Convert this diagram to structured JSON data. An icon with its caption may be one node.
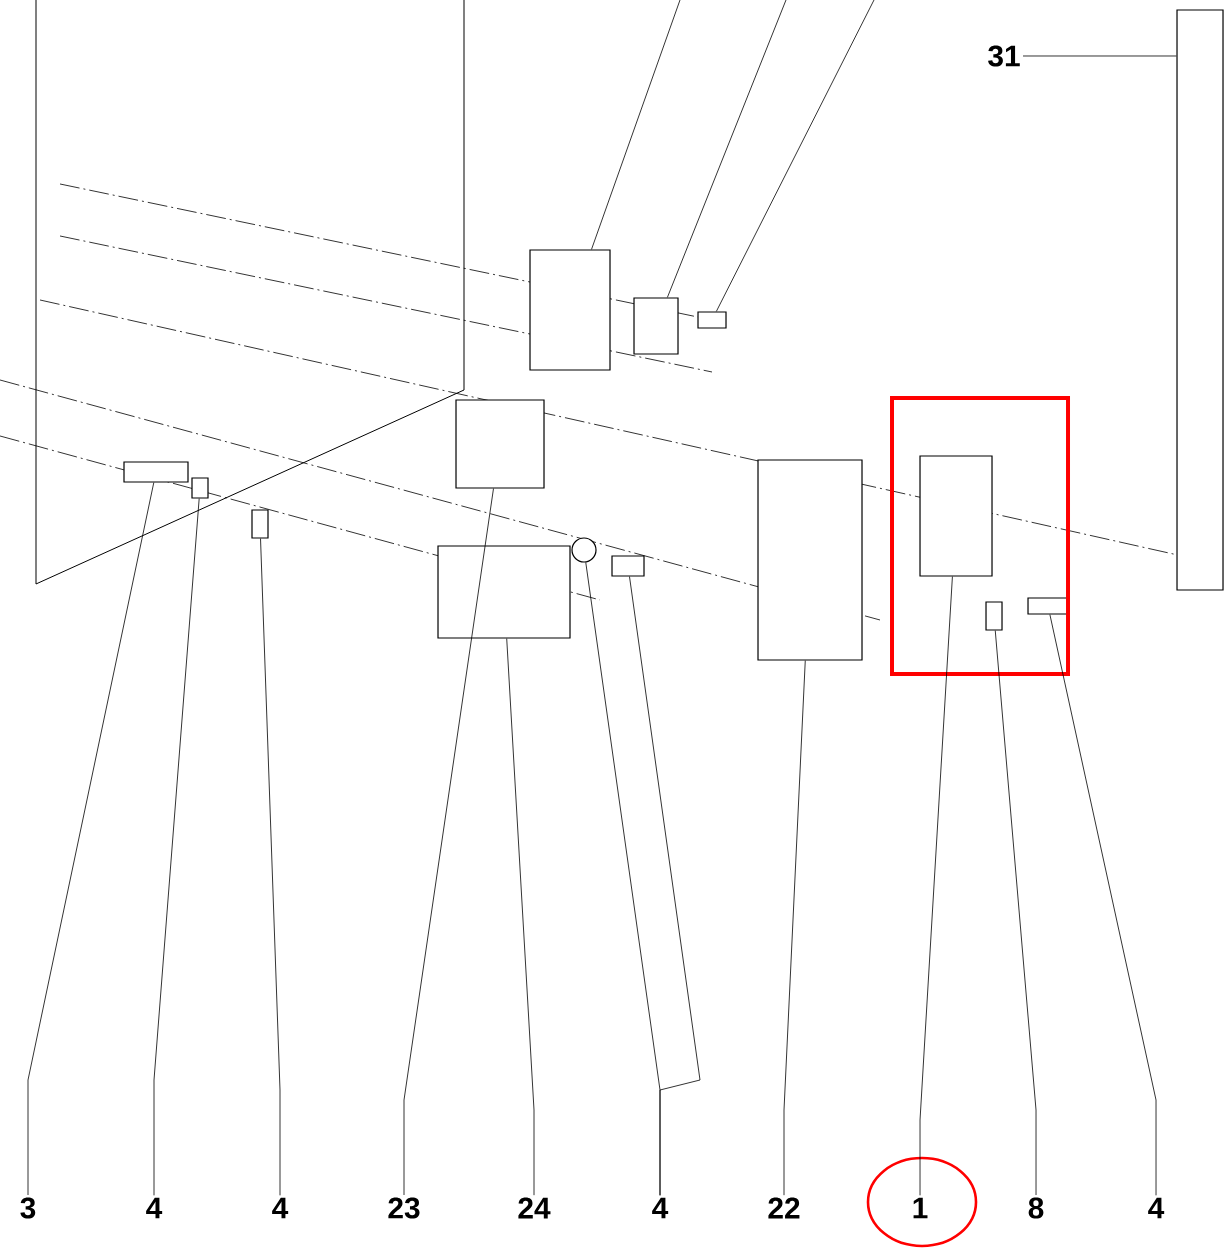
{
  "diagram": {
    "nodes": [
      {
        "text": [
          "31"
        ]
      },
      {
        "text": [],
        "shape": "box"
      },
      {
        "text": [
          "3"
        ]
      },
      {
        "text": [
          "4"
        ]
      },
      {
        "text": [
          "4"
        ]
      },
      {
        "text": [
          "23"
        ]
      },
      {
        "text": [
          "24"
        ]
      },
      {
        "text": [
          "4"
        ]
      },
      {
        "text": [
          "22"
        ]
      },
      {
        "text": [
          "1"
        ]
      },
      {
        "text": [
          "8"
        ]
      },
      {
        "text": [
          "4"
        ]
      },
      {
        "text": [],
        "shape": "box"
      },
      {
        "text": [],
        "shape": "box"
      },
      {
        "text": [],
        "shape": "box"
      },
      {
        "text": [],
        "shape": "box"
      },
      {
        "text": [],
        "shape": "box"
      },
      {
        "text": [],
        "shape": "circle"
      },
      {
        "text": [],
        "shape": "box"
      },
      {
        "text": [],
        "shape": "box"
      },
      {
        "text": [],
        "shape": "box"
      },
      {
        "text": [],
        "shape": "box"
      },
      {
        "text": [],
        "shape": "box"
      },
      {
        "text": [],
        "shape": "box"
      },
      {
        "text": [],
        "shape": "box"
      },
      {
        "text": [],
        "shape": "box"
      }
    ],
    "edges": [
      {
        "from": 0,
        "to": 1,
        "arrow": "none"
      },
      {
        "from": 2,
        "to": 12,
        "arrow": "none"
      },
      {
        "from": 3,
        "to": 13,
        "arrow": "none"
      },
      {
        "from": 4,
        "to": 14,
        "arrow": "none"
      },
      {
        "from": 5,
        "to": 15,
        "arrow": "none"
      },
      {
        "from": 6,
        "to": 16,
        "arrow": "none"
      },
      {
        "from": 7,
        "to": 17,
        "arrow": "none"
      },
      {
        "from": 7,
        "to": 18,
        "arrow": "none"
      },
      {
        "from": 8,
        "to": 19,
        "arrow": "none"
      },
      {
        "from": 9,
        "to": 20,
        "arrow": "none"
      },
      {
        "from": 10,
        "to": 21,
        "arrow": "none"
      },
      {
        "from": 11,
        "to": 22,
        "arrow": "none"
      },
      {
        "from": null,
        "to": 23,
        "arrow": "none"
      },
      {
        "from": null,
        "to": 24,
        "arrow": "none"
      },
      {
        "from": null,
        "to": 25,
        "arrow": "none"
      }
    ]
  }
}
